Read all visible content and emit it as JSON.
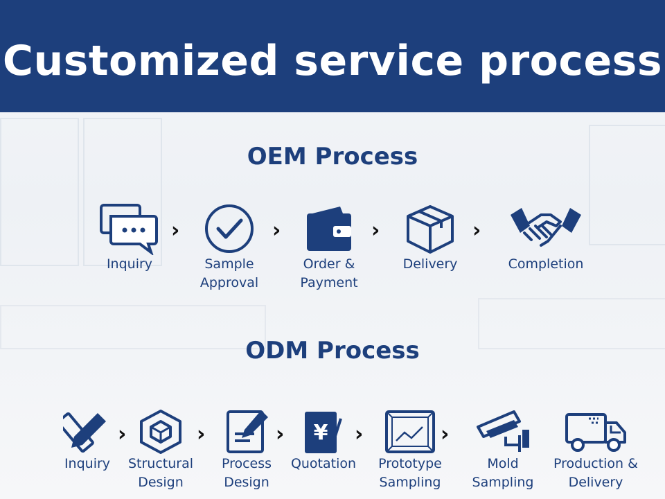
{
  "header": {
    "title": "Customized service process"
  },
  "oem": {
    "title": "OEM Process",
    "steps": [
      {
        "label": "Inquiry",
        "icon": "chat-bubbles-icon"
      },
      {
        "label": "Sample\nApproval",
        "icon": "checkmark-circle-icon"
      },
      {
        "label": "Order &\nPayment",
        "icon": "wallet-icon"
      },
      {
        "label": "Delivery",
        "icon": "package-box-icon"
      },
      {
        "label": "Completion",
        "icon": "handshake-icon"
      }
    ]
  },
  "odm": {
    "title": "ODM Process",
    "steps": [
      {
        "label": "Inquiry",
        "icon": "pencil-ruler-icon"
      },
      {
        "label": "Structural\nDesign",
        "icon": "3d-cube-icon"
      },
      {
        "label": "Process\nDesign",
        "icon": "document-edit-icon"
      },
      {
        "label": "Quotation",
        "icon": "yen-clipboard-icon"
      },
      {
        "label": "Prototype\nSampling",
        "icon": "prototype-frame-icon"
      },
      {
        "label": "Mold\nSampling",
        "icon": "cctv-camera-icon"
      },
      {
        "label": "Production &\nDelivery",
        "icon": "delivery-truck-icon"
      }
    ]
  },
  "colors": {
    "brand": "#1d3f7c",
    "text": "#1d3f7c",
    "arrow": "#111111"
  }
}
